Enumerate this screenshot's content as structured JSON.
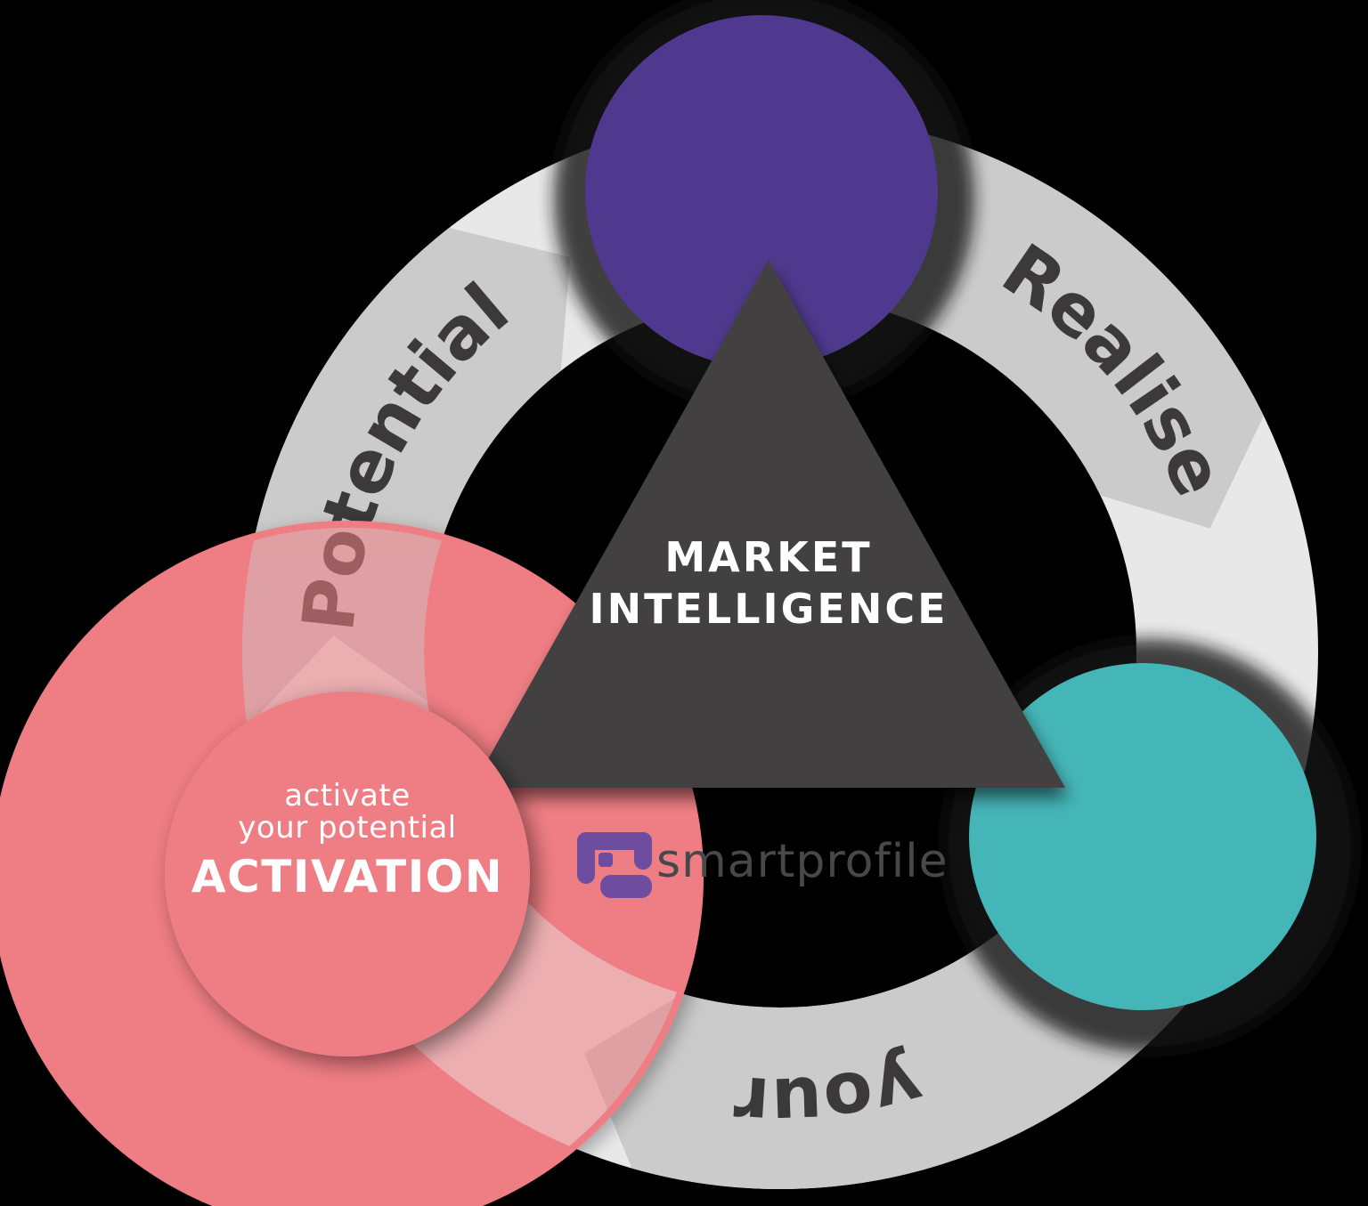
{
  "colors": {
    "background": "#000000",
    "ring_light": "#e8e8e8",
    "ring_dark": "#cbcbcb",
    "ring_label": "#3b393a",
    "triangle": "#423f40",
    "purple_node": "#4f398e",
    "teal_node": "#45b6b8",
    "pink_node": "#ef7e84",
    "halo": "#161616",
    "white": "#ffffff",
    "logo_purple": "#6e4d9f",
    "logo_text": "#47484b"
  },
  "ring": {
    "labels": {
      "potential": "Potential",
      "realise": "Realise",
      "your": "your"
    }
  },
  "triangle": {
    "line1": "MARKET",
    "line2": "INTELLIGENCE"
  },
  "activation": {
    "tagline1": "activate",
    "tagline2": "your potential",
    "title": "ACTIVATION"
  },
  "logo": {
    "text": "smartprofile"
  }
}
